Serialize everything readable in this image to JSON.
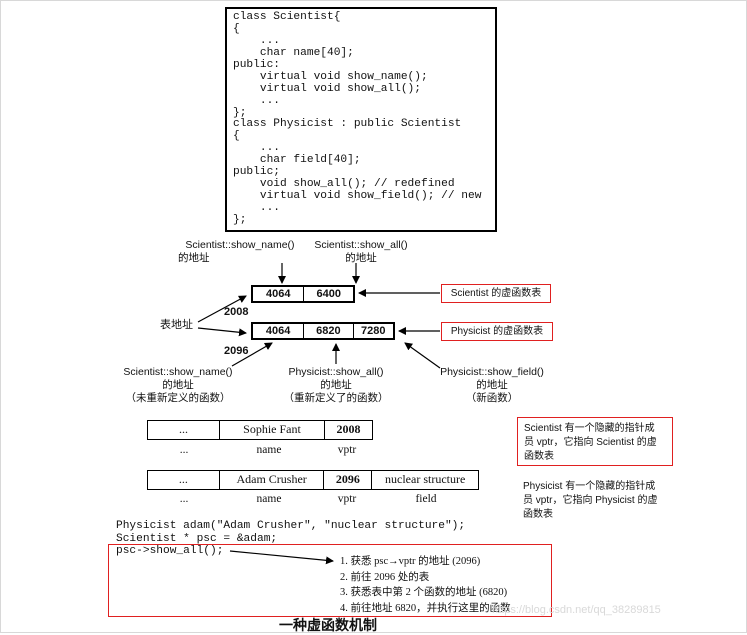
{
  "code": [
    "class Scientist{",
    "{",
    "    ...",
    "    char name[40];",
    "public:",
    "    virtual void show_name();",
    "    virtual void show_all();",
    "    ...",
    "};",
    "class Physicist : public Scientist",
    "{",
    "    ...",
    "    char field[40];",
    "public;",
    "    void show_all(); // redefined",
    "    virtual void show_field(); // new",
    "    ...",
    "};"
  ],
  "top_labels": {
    "show_name_l1": "Scientist::show_name()",
    "show_name_l2": "的地址",
    "show_all_l1": "Scientist::show_all()",
    "show_all_l2": "的地址"
  },
  "vtables": {
    "scientist": {
      "cells": [
        "4064",
        "6400"
      ],
      "label": "Scientist 的虚函数表"
    },
    "physicist": {
      "cells": [
        "4064",
        "6820",
        "7280"
      ],
      "label": "Physicist 的虚函数表"
    }
  },
  "addr": {
    "table_addr_label": "表地址",
    "addr1": "2008",
    "addr2": "2096"
  },
  "bottom_labels": {
    "b1": [
      "Scientist::show_name()",
      "的地址",
      "（未重新定义的函数）"
    ],
    "b2": [
      "Physicist::show_all()",
      "的地址",
      "（重新定义了的函数）"
    ],
    "b3": [
      "Physicist::show_field()",
      "的地址",
      "（新函数）"
    ]
  },
  "objects": {
    "sophie": {
      "cells": [
        "...",
        "Sophie Fant",
        "2008"
      ],
      "sub": [
        "...",
        "name",
        "vptr"
      ]
    },
    "adam": {
      "cells": [
        "...",
        "Adam Crusher",
        "2096",
        "nuclear structure"
      ],
      "sub": [
        "...",
        "name",
        "vptr",
        "field"
      ]
    }
  },
  "side_notes": {
    "note1": [
      "Scientist 有一个隐藏的指针成",
      "员 vptr，它指向 Scientist 的虚",
      "函数表"
    ],
    "note2": [
      "Physicist 有一个隐藏的指针成",
      "员 vptr，它指向 Physicist 的虚",
      "函数表"
    ]
  },
  "code2": [
    "Physicist adam(\"Adam Crusher\", \"nuclear structure\");",
    "Scientist * psc = &adam;",
    "psc->show_all();"
  ],
  "steps": [
    "1. 获悉 psc→vptr 的地址 (2096)",
    "2. 前往 2096 处的表",
    "3. 获悉表中第 2 个函数的地址 (6820)",
    "4. 前往地址 6820，并执行这里的函数"
  ],
  "caption": "一种虚函数机制",
  "watermark": "https://blog.csdn.net/qq_38289815",
  "colors": {
    "red": "#e02020",
    "black": "#000000"
  }
}
